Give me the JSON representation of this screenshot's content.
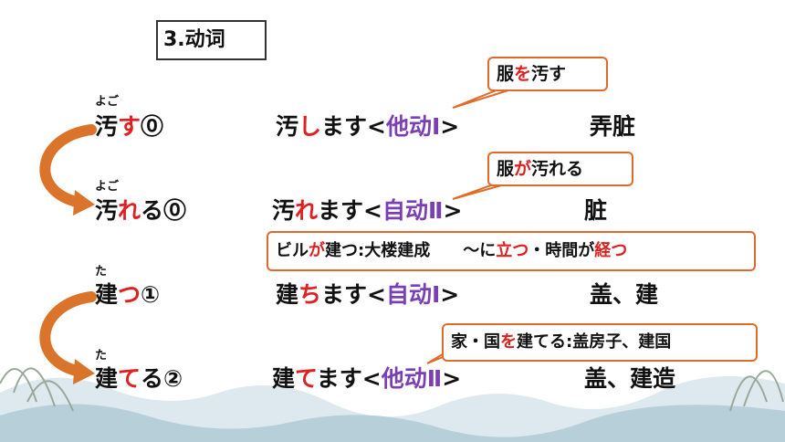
{
  "title": "3.动词",
  "rows": [
    {
      "ruby": "よご",
      "word_pre": "汚",
      "word_hl": "す",
      "word_post": "⓪",
      "polite_pre": "汚",
      "polite_hl": "し",
      "polite_post": "ます<",
      "type": "他动Ⅰ",
      "close": ">",
      "meaning": "弄脏"
    },
    {
      "ruby": "よご",
      "word_pre": "汚",
      "word_hl": "れ",
      "word_post": "る⓪",
      "polite_pre": "汚",
      "polite_hl": "れ",
      "polite_post": "ます<",
      "type": "自动Ⅱ",
      "close": ">",
      "meaning": "脏"
    },
    {
      "ruby": "た",
      "word_pre": "建",
      "word_hl": "つ",
      "word_post": "①",
      "polite_pre": "建",
      "polite_hl": "ち",
      "polite_post": "ます<",
      "type": "自动Ⅰ",
      "close": ">",
      "meaning": "盖、建"
    },
    {
      "ruby": "た",
      "word_pre": "建",
      "word_hl": "て",
      "word_post": "る②",
      "polite_pre": "建",
      "polite_hl": "て",
      "polite_post": "ます<",
      "type": "他动Ⅱ",
      "close": ">",
      "meaning": "盖、建造"
    }
  ],
  "callouts": {
    "c1": {
      "pre": "服",
      "hl": "を",
      "post": "汚す"
    },
    "c2": {
      "pre": "服",
      "hl": "が",
      "post": "汚れる"
    },
    "c3": {
      "pre": "ビル",
      "hl": "が",
      "mid": "建つ:大楼建成　　～に",
      "hl2": "立つ",
      "post": "・時間が",
      "hl3": "経つ"
    },
    "c4": {
      "pre": "家・国",
      "hl": "を",
      "post": "建てる:盖房子、建国"
    }
  },
  "colors": {
    "highlight": "#e02020",
    "verb_type": "#7a3fb5",
    "arrow": "#d9742a",
    "callout_border": "#e06a2a"
  }
}
